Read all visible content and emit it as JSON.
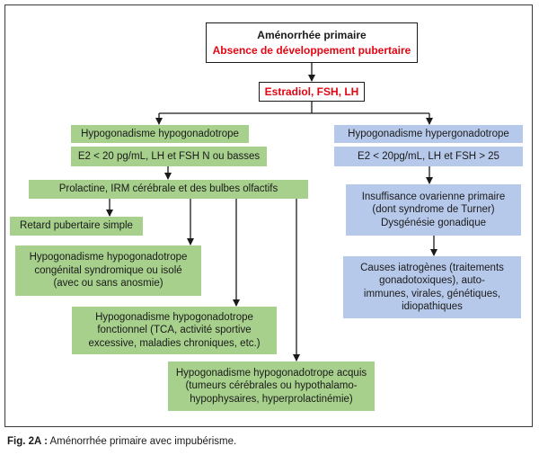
{
  "header": {
    "title": "Aménorrhée primaire",
    "subtitle": "Absence de développement pubertaire"
  },
  "hormones": "Estradiol, FSH, LH",
  "left_branch": {
    "title": "Hypogonadisme hypogonadotrope",
    "criteria": "E2 < 20 pg/mL, LH et FSH N ou basses",
    "workup": "Prolactine, IRM cérébrale et des bulbes olfactifs",
    "outcomes": {
      "delay": "Retard pubertaire simple",
      "congenital": [
        "Hypogonadisme hypogonadotrope",
        "congénital syndromique ou isolé",
        "(avec ou sans anosmie)"
      ],
      "functional": [
        "Hypogonadisme hypogonadotrope",
        "fonctionnel (TCA, activité sportive",
        "excessive, maladies chroniques, etc.)"
      ],
      "acquired": [
        "Hypogonadisme hypogonadotrope acquis",
        "(tumeurs cérébrales ou hypothalamo-",
        "hypophysaires, hyperprolactinémie)"
      ]
    }
  },
  "right_branch": {
    "title": "Hypogonadisme hypergonadotrope",
    "criteria": "E2 < 20pg/mL, LH et FSH > 25",
    "ovarian": [
      "Insuffisance ovarienne primaire",
      "(dont syndrome de Turner)",
      "Dysgénésie gonadique"
    ],
    "causes": [
      "Causes iatrogènes (traitements",
      "gonadotoxiques), auto-",
      "immunes, virales, génétiques,",
      "idiopathiques"
    ]
  },
  "caption": {
    "label": "Fig. 2A :",
    "text": " Aménorrhée primaire avec impubérisme."
  },
  "colors": {
    "green": "#a7d08c",
    "blue": "#b7c9ea",
    "red": "#e30613"
  }
}
